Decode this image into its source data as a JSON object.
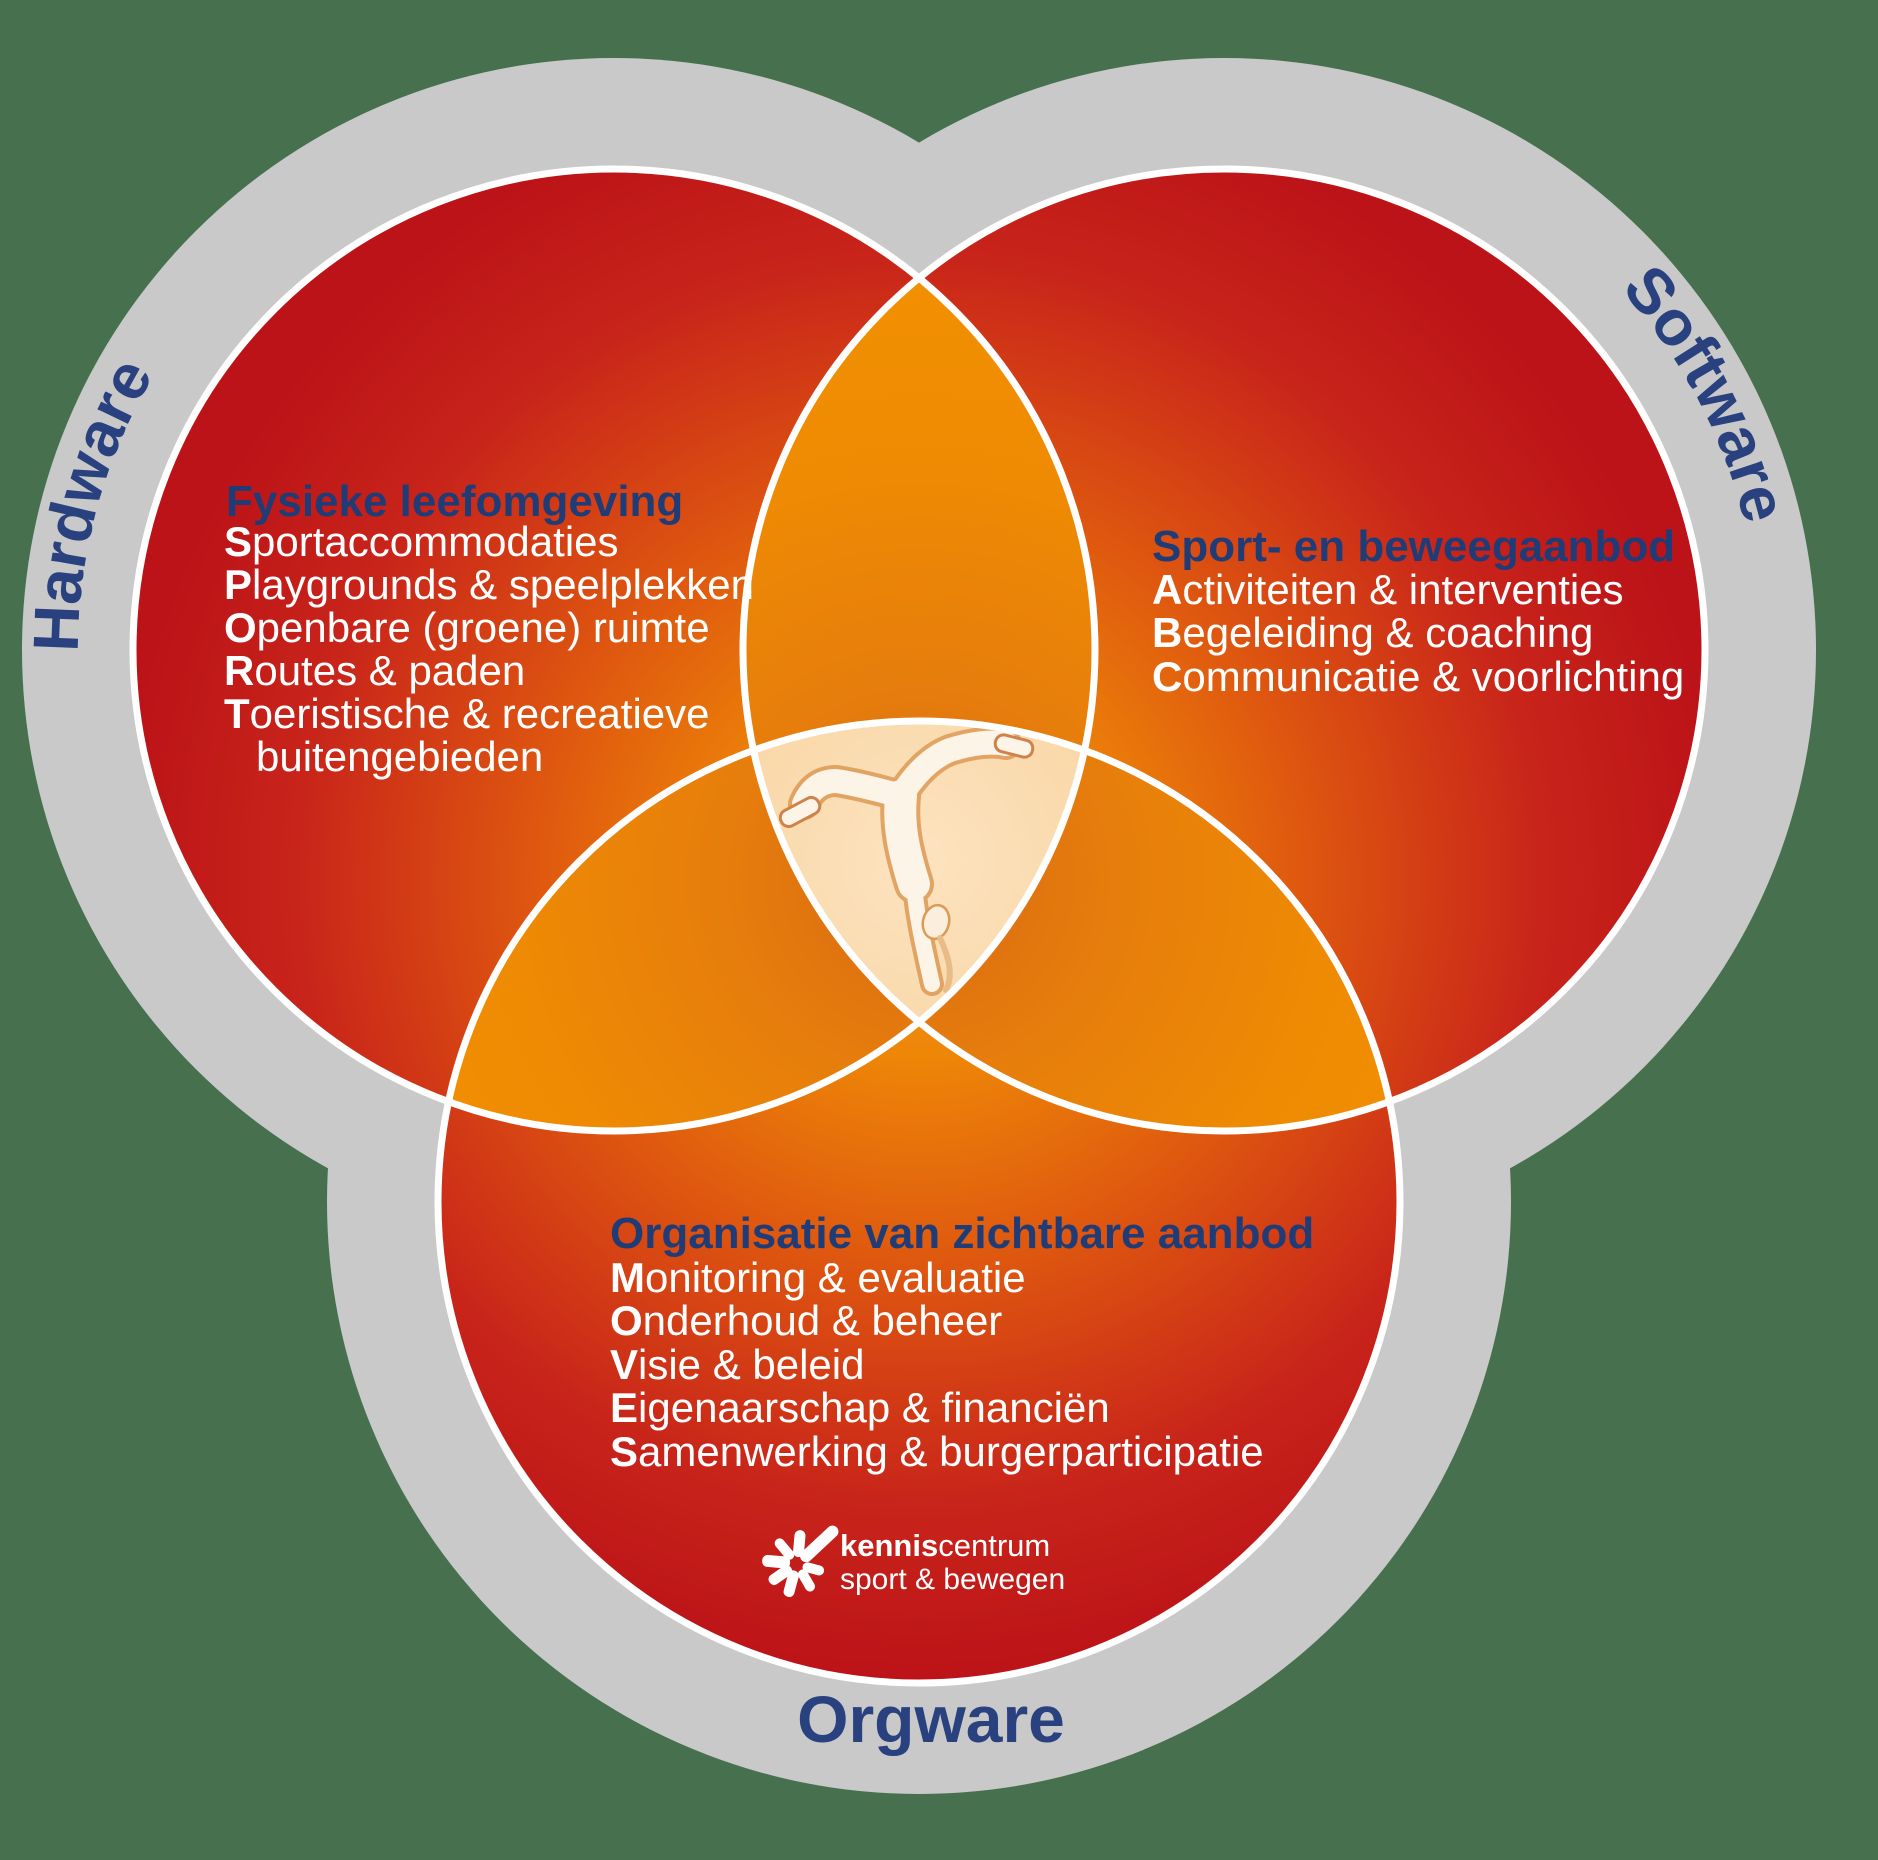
{
  "canvas": {
    "bg_green": "#47714e",
    "ring_gray": "#c9c9c9",
    "circle_outline": "#ffffff",
    "heading_blue": "#203c77",
    "outer_label_blue": "#2a417f",
    "circle_dark_red": "#bc1318",
    "circle_orange": "#ee8607",
    "overlap_orange": "#f29100",
    "center_peach": "#f9d6a4"
  },
  "outer_labels": {
    "hardware": "Hardware",
    "software": "Software",
    "orgware": "Orgware"
  },
  "venn": {
    "left": {
      "heading": "Fysieke leefomgeving",
      "items": [
        {
          "b": "S",
          "t": "portaccommodaties"
        },
        {
          "b": "P",
          "t": "laygrounds & speelplekken"
        },
        {
          "b": "O",
          "t": "penbare (groene) ruimte"
        },
        {
          "b": "R",
          "t": "outes & paden"
        },
        {
          "b": "T",
          "t": "oeristische & recreatieve"
        },
        {
          "b": "",
          "t": "buitengebieden"
        }
      ]
    },
    "right": {
      "heading": "Sport- en beweegaanbod",
      "items": [
        {
          "b": "A",
          "t": "ctiviteiten & interventies"
        },
        {
          "b": "B",
          "t": "egeleiding & coaching"
        },
        {
          "b": "C",
          "t": "ommunicatie & voorlichting"
        }
      ]
    },
    "bottom": {
      "heading": "Organisatie van zichtbare aanbod",
      "items": [
        {
          "b": "M",
          "t": "onitoring & evaluatie"
        },
        {
          "b": "O",
          "t": "nderhoud & beheer"
        },
        {
          "b": "V",
          "t": "isie & beleid"
        },
        {
          "b": "E",
          "t": "igenaarschap & financiën"
        },
        {
          "b": "S",
          "t": "amenwerking & burgerparticipatie"
        }
      ]
    }
  },
  "center_figure": {
    "name": "handstand-person"
  },
  "logo": {
    "name_bold": "kennis",
    "name_regular": "centrum",
    "tagline": "sport & bewegen"
  }
}
